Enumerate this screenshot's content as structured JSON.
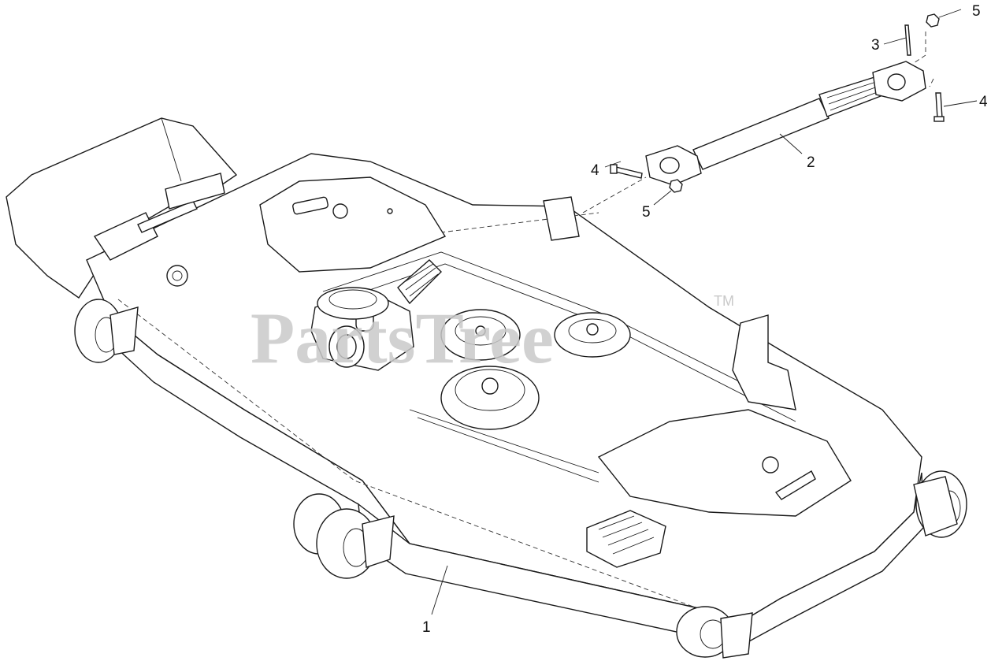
{
  "watermark": {
    "text": "PartsTree",
    "tm": "TM"
  },
  "callouts": [
    {
      "id": "c1",
      "label": "1"
    },
    {
      "id": "c2",
      "label": "2"
    },
    {
      "id": "c3",
      "label": "3"
    },
    {
      "id": "c4a",
      "label": "4"
    },
    {
      "id": "c4b",
      "label": "4"
    },
    {
      "id": "c5a",
      "label": "5"
    },
    {
      "id": "c5b",
      "label": "5"
    }
  ],
  "colors": {
    "line": "#1a1a1a",
    "watermark": "#c9c9c9",
    "background": "#ffffff"
  }
}
